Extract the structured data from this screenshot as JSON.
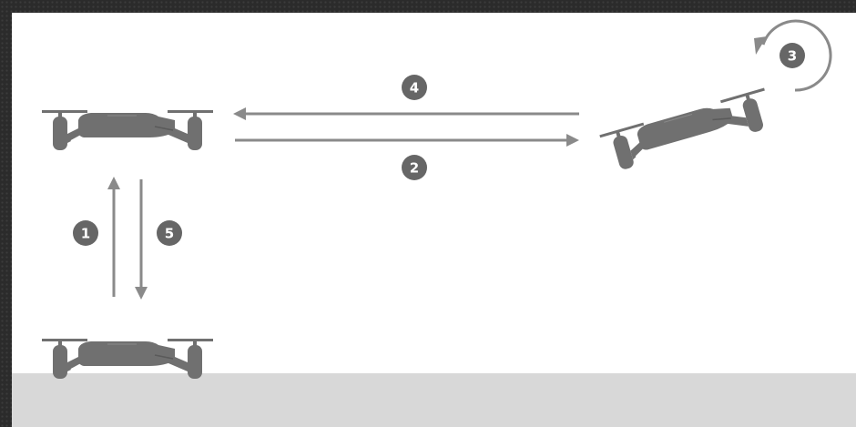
{
  "diagram": {
    "steps": [
      {
        "id": "step-1",
        "label": "1"
      },
      {
        "id": "step-2",
        "label": "2"
      },
      {
        "id": "step-3",
        "label": "3"
      },
      {
        "id": "step-4",
        "label": "4"
      },
      {
        "id": "step-5",
        "label": "5"
      }
    ],
    "colors": {
      "drone": "#707070",
      "arrow": "#8a8a8a",
      "badge": "#666666",
      "badge_text": "#ffffff",
      "ground": "#d8d8d8",
      "background": "#ffffff",
      "frame": "#2b2b2b"
    }
  }
}
